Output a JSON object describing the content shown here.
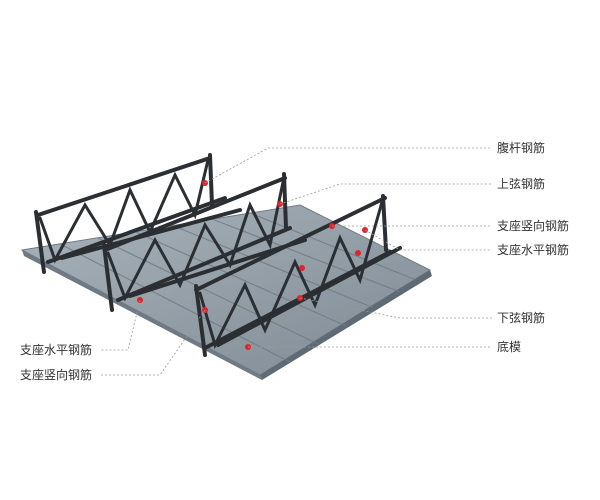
{
  "labels": {
    "web_rebar": "腹杆钢筋",
    "top_chord_rebar": "上弦钢筋",
    "support_vertical_rebar_right": "支座竖向钢筋",
    "support_horizontal_rebar_right": "支座水平钢筋",
    "bottom_chord_rebar": "下弦钢筋",
    "base_form": "底模",
    "support_horizontal_rebar_left": "支座水平钢筋",
    "support_vertical_rebar_left": "支座竖向钢筋"
  },
  "colors": {
    "deck": "#8f9aa3",
    "deck_dark": "#6f7a84",
    "steel": "#2b2f33",
    "marker": "#e0242b",
    "leader": "#9a9a9a"
  }
}
